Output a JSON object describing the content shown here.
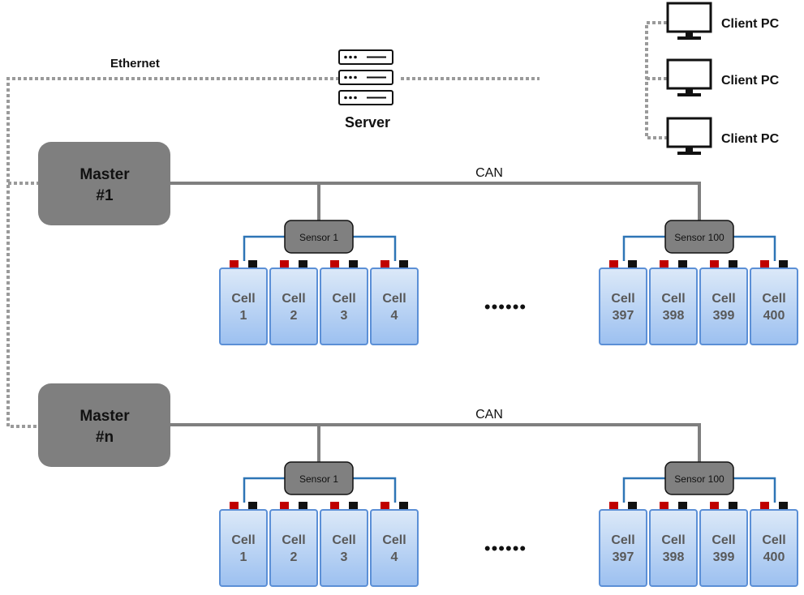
{
  "network": {
    "ethernet_label": "Ethernet",
    "server_label": "Server",
    "clients": [
      "Client PC",
      "Client PC",
      "Client PC"
    ]
  },
  "groups": [
    {
      "master_line1": "Master",
      "master_line2": "#1",
      "bus_label": "CAN",
      "ellipsis": "••••••",
      "sensors": [
        {
          "label": "Sensor 1",
          "cells": [
            {
              "line1": "Cell",
              "line2": "1"
            },
            {
              "line1": "Cell",
              "line2": "2"
            },
            {
              "line1": "Cell",
              "line2": "3"
            },
            {
              "line1": "Cell",
              "line2": "4"
            }
          ]
        },
        {
          "label": "Sensor 100",
          "cells": [
            {
              "line1": "Cell",
              "line2": "397"
            },
            {
              "line1": "Cell",
              "line2": "398"
            },
            {
              "line1": "Cell",
              "line2": "399"
            },
            {
              "line1": "Cell",
              "line2": "400"
            }
          ]
        }
      ]
    },
    {
      "master_line1": "Master",
      "master_line2": "#n",
      "bus_label": "CAN",
      "ellipsis": "••••••",
      "sensors": [
        {
          "label": "Sensor 1",
          "cells": [
            {
              "line1": "Cell",
              "line2": "1"
            },
            {
              "line1": "Cell",
              "line2": "2"
            },
            {
              "line1": "Cell",
              "line2": "3"
            },
            {
              "line1": "Cell",
              "line2": "4"
            }
          ]
        },
        {
          "label": "Sensor 100",
          "cells": [
            {
              "line1": "Cell",
              "line2": "397"
            },
            {
              "line1": "Cell",
              "line2": "398"
            },
            {
              "line1": "Cell",
              "line2": "399"
            },
            {
              "line1": "Cell",
              "line2": "400"
            }
          ]
        }
      ]
    }
  ],
  "colors": {
    "master_fill": "#7f7f7f",
    "sensor_fill": "#808080",
    "bus_line": "#7f7f7f",
    "ethernet_line": "#9a9a9a",
    "sensor_wire": "#2e75b6",
    "cell_border": "#5b8fd6",
    "cell_top": "#dce9f8",
    "cell_bottom": "#9cc0f0",
    "terminal_pos": "#c00000",
    "terminal_neg": "#111111"
  }
}
